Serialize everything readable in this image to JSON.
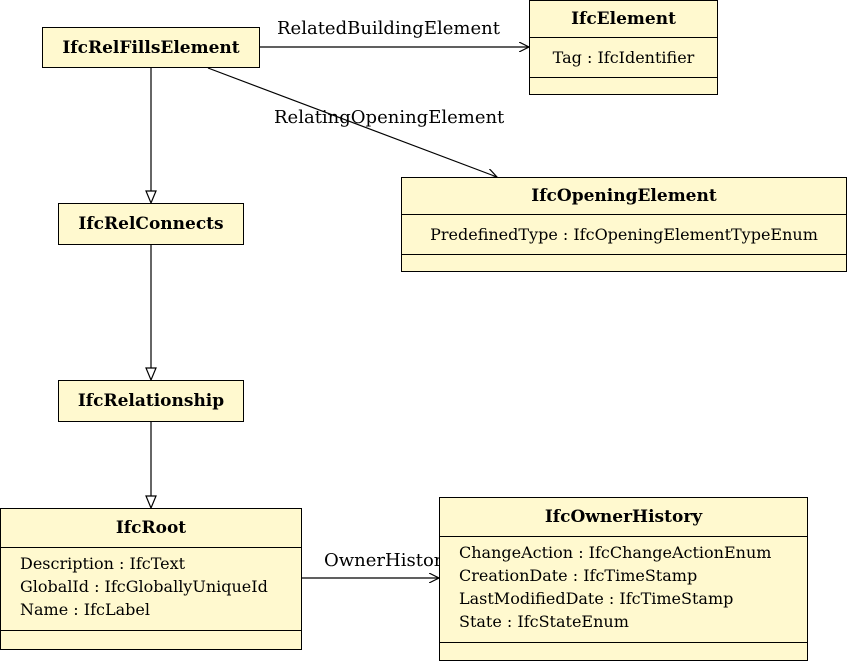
{
  "classes": {
    "ifc_rel_fills_element": {
      "name": "IfcRelFillsElement"
    },
    "ifc_element": {
      "name": "IfcElement",
      "attributes": [
        "Tag : IfcIdentifier"
      ]
    },
    "ifc_opening_element": {
      "name": "IfcOpeningElement",
      "attributes": [
        "PredefinedType : IfcOpeningElementTypeEnum"
      ]
    },
    "ifc_rel_connects": {
      "name": "IfcRelConnects"
    },
    "ifc_relationship": {
      "name": "IfcRelationship"
    },
    "ifc_root": {
      "name": "IfcRoot",
      "attributes": [
        "Description : IfcText",
        "GlobalId : IfcGloballyUniqueId",
        "Name : IfcLabel"
      ]
    },
    "ifc_owner_history": {
      "name": "IfcOwnerHistory",
      "attributes": [
        "ChangeAction : IfcChangeActionEnum",
        "CreationDate : IfcTimeStamp",
        "LastModifiedDate : IfcTimeStamp",
        "State : IfcStateEnum"
      ]
    }
  },
  "associations": {
    "related_building_element": "RelatedBuildingElement",
    "relating_opening_element": "RelatingOpeningElement",
    "owner_history": "OwnerHistory"
  }
}
